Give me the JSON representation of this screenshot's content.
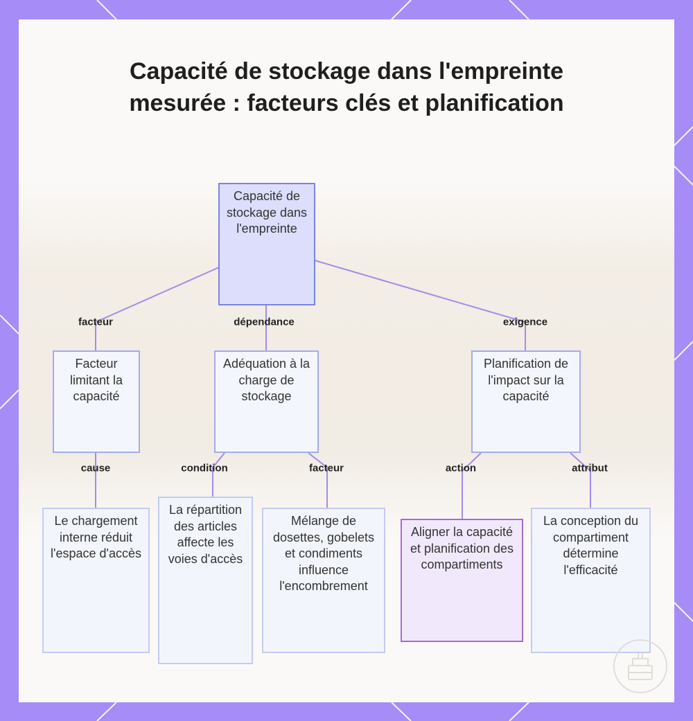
{
  "title": "Capacité de stockage dans l'empreinte mesurée : facteurs clés et planification",
  "colors": {
    "frame": "#a58cf7",
    "edge": "#a48be6",
    "root_fill": "#dcdefc",
    "node_fill": "#f3f5fd",
    "accent_fill": "#f1e9fb",
    "accent_border": "#a968d3"
  },
  "nodes": {
    "root": "Capacité de stockage dans l'empreinte",
    "facteur_limitant": "Facteur limitant la capacité",
    "adequation": "Adéquation à la charge de stockage",
    "planification_impact": "Planification de l'impact sur la capacité",
    "chargement": "Le chargement interne réduit l'espace d'accès",
    "repartition": "La répartition des articles affecte les voies d'accès",
    "melange": "Mélange de dosettes, gobelets et condiments influence l'encombrement",
    "aligner": "Aligner la capacité et planification des compartiments",
    "conception": "La conception du compartiment détermine l'efficacité"
  },
  "edge_labels": {
    "facteur": "facteur",
    "dependance": "dépendance",
    "exigence": "exigence",
    "cause": "cause",
    "condition": "condition",
    "facteur2": "facteur",
    "action": "action",
    "attribut": "attribut"
  }
}
